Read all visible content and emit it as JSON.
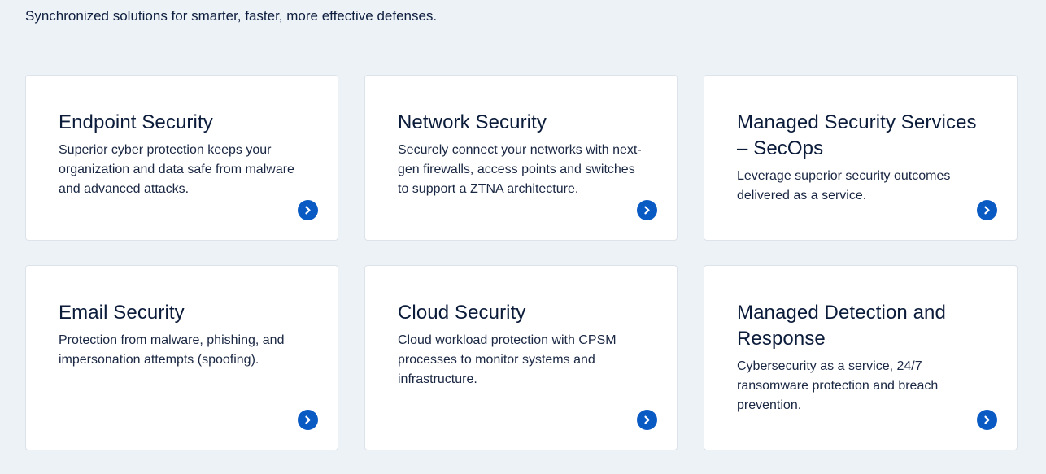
{
  "header": {
    "tagline": "Synchronized solutions for smarter, faster, more effective defenses."
  },
  "cards": [
    {
      "title": "Endpoint Security",
      "description": "Superior cyber protection keeps your organization and data safe from malware and advanced attacks.",
      "icon": "chevron-right-icon"
    },
    {
      "title": "Network Security",
      "description": "Securely connect your networks with next-gen firewalls, access points and switches to support a ZTNA architecture.",
      "icon": "chevron-right-icon"
    },
    {
      "title": "Managed Security Services – SecOps",
      "description": "Leverage superior security outcomes delivered as a service.",
      "icon": "chevron-right-icon"
    },
    {
      "title": "Email Security",
      "description": "Protection from malware, phishing, and impersonation attempts (spoofing).",
      "icon": "chevron-right-icon"
    },
    {
      "title": "Cloud Security",
      "description": "Cloud workload protection with CPSM processes to monitor systems and infrastructure.",
      "icon": "chevron-right-icon"
    },
    {
      "title": "Managed Detection and Response",
      "description": "Cybersecurity as a service, 24/7 ransomware protection and breach prevention.",
      "icon": "chevron-right-icon"
    }
  ],
  "colors": {
    "background": "#edf2f7",
    "card": "#ffffff",
    "accent": "#0a5ac4",
    "text": "#0b1b3a"
  }
}
